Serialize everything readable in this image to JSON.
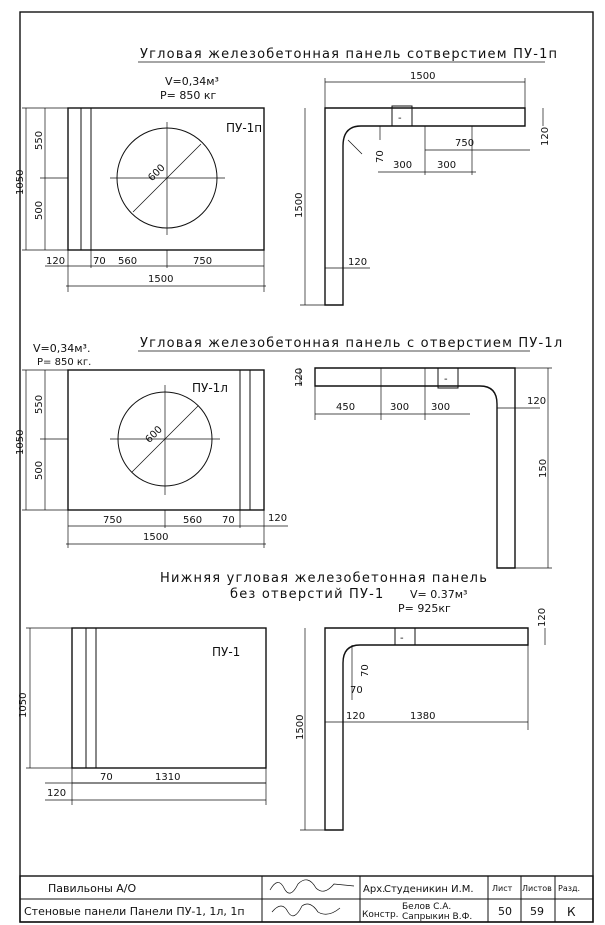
{
  "sheet": {
    "frame_marks": [
      "-",
      "-"
    ]
  },
  "section1": {
    "title": "Угловая железобетонная панель сотверстием ПУ-1п",
    "volume": "V=0,34м³",
    "weight": "P= 850 кг",
    "panel_mark": "ПУ-1п",
    "hole_dim": "600",
    "dim_550": "550",
    "dim_1050": "1050",
    "dim_500": "500",
    "dim_120a": "120",
    "dim_70": "70",
    "dim_560": "560",
    "dim_750": "750",
    "dim_1500": "1500",
    "plan_1500_top": "1500",
    "plan_1500_left": "1500",
    "plan_750": "750",
    "plan_300a": "300",
    "plan_300b": "300",
    "plan_70": "70",
    "plan_120_right": "120",
    "plan_120_bottom": "120",
    "plan_window_mark": "-"
  },
  "section2": {
    "title": "Угловая железобетонная панель с отверстием ПУ-1л",
    "volume": "V=0,34м³.",
    "weight": "P= 850 кг.",
    "panel_mark": "ПУ-1л",
    "hole_dim": "600",
    "dim_550": "550",
    "dim_1050": "1050",
    "dim_500": "500",
    "dim_750": "750",
    "dim_560": "560",
    "dim_70": "70",
    "dim_120": "120",
    "dim_1500": "1500",
    "plan_120_left": "120",
    "plan_450": "450",
    "plan_300a": "300",
    "plan_300b": "300",
    "plan_120_right": "120",
    "plan_150": "150",
    "plan_window_mark": "-"
  },
  "section3": {
    "title": "Нижняя угловая железобетонная панель",
    "subtitle": "без отверстий  ПУ-1",
    "volume": "V= 0.37м³",
    "weight": "P= 925кг",
    "panel_mark": "ПУ-1",
    "dim_1050": "1050",
    "dim_120": "120",
    "dim_70": "70",
    "dim_1310": "1310",
    "plan_120_top": "120",
    "plan_70a": "70",
    "plan_70b": "70",
    "plan_120": "120",
    "plan_1380": "1380",
    "plan_1500": "1500",
    "plan_window_mark": "-"
  },
  "titleblock": {
    "project": "Павильоны А/О",
    "sheet_title": "Стеновые панели  Панели ПУ-1, 1л, 1п",
    "role_arch": "Арх.",
    "name_arch": "Студеникин И.М.",
    "role_constr": "Констр.",
    "name_constr_1": "Белов С.А.",
    "name_constr_2": "Сапрыкин В.Ф.",
    "hdr_sheet": "Лист",
    "hdr_sheets": "Листов",
    "hdr_section": "Разд.",
    "sheet_no": "50",
    "sheets_total": "59",
    "section_code": "К"
  }
}
